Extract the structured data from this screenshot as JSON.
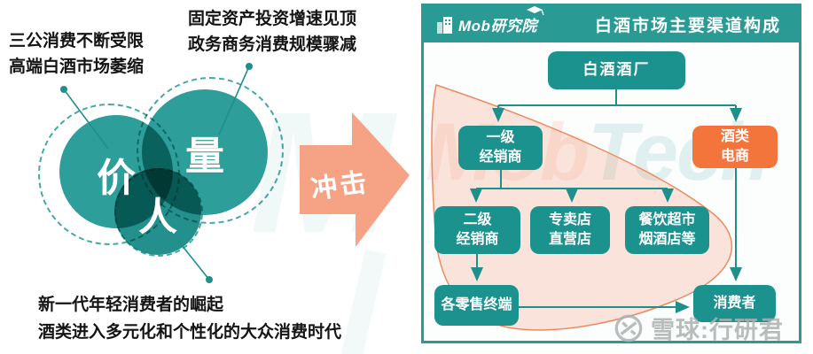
{
  "left_section": {
    "annotation_top_left": {
      "line1": "三公消费不断受限",
      "line2": "高端白酒市场萎缩"
    },
    "annotation_top_center": {
      "line1": "固定资产投资增速见顶",
      "line2": "政务商务消费规模骤减"
    },
    "annotation_bottom": {
      "line1": "新一代年轻消费者的崛起",
      "line2": "酒类进入多元化和个性化的大众消费时代"
    },
    "venn": {
      "price_label": "价",
      "volume_label": "量",
      "people_label": "人"
    },
    "impact_arrow_label": "冲击"
  },
  "right_panel": {
    "header": {
      "logo_text": "Mob研究院",
      "title": "白酒市场主要渠道构成"
    },
    "flowchart": {
      "factory": "白酒酒厂",
      "tier1_distributor": "一级\n经销商",
      "liquor_ecommerce": "酒类\n电商",
      "tier2_distributor": "二级\n经销商",
      "specialty_direct_stores": "专卖店\n直营店",
      "catering_supermarket_tobacco": "餐饮超市\n烟酒店等",
      "retail_terminals": "各零售终端",
      "consumer": "消费者"
    }
  },
  "watermarks": {
    "mobtech_part1": "Mob",
    "mobtech_part2": "Tech",
    "big_m": "M",
    "credit_text": "雪球:行研君"
  },
  "colors": {
    "teal_header": "#2A9A94",
    "teal_node": "#1C928E",
    "teal_circle": "#2E9E9B",
    "orange_node": "#F3753B",
    "salmon_arrow": "#F5A285",
    "blob_stroke": "#ED8A5F",
    "annotation_text": "#141414",
    "credit_grey": "#ACB1B0"
  }
}
